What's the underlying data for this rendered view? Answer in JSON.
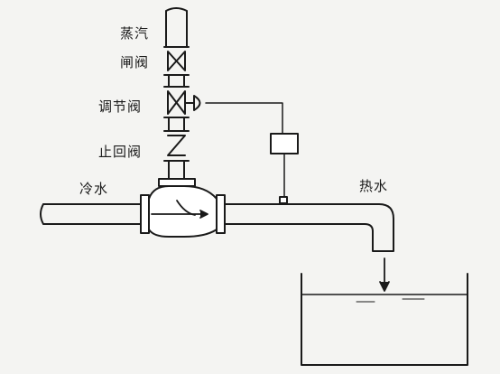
{
  "labels": {
    "steam_line1": "蒸汽",
    "steam_line2": "闸阀",
    "control_valve": "调节阀",
    "check_valve": "止回阀",
    "cold_water": "冷水",
    "hot_water": "热水"
  },
  "colors": {
    "line": "#1a1a1a",
    "background": "#f4f4f2",
    "pipe_fill": "#ffffff"
  }
}
